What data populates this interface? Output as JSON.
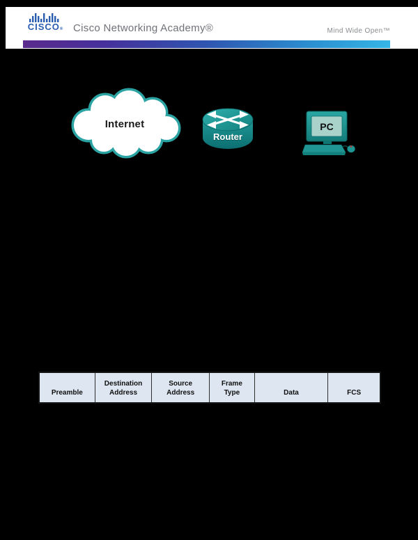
{
  "header": {
    "logo_text": "CISCO",
    "logo_mark": "®",
    "brand_title": "Cisco Networking Academy®",
    "tagline": "Mind Wide Open™"
  },
  "diagram": {
    "internet_label": "Internet",
    "router_label": "Router",
    "pc_label": "PC"
  },
  "frame_table": {
    "cells": [
      "Preamble",
      "Destination Address",
      "Source Address",
      "Frame Type",
      "Data",
      "FCS"
    ]
  },
  "colors": {
    "page_background": "#000000",
    "header_gradient_left": "#5a2b8c",
    "header_gradient_right": "#35b5e5",
    "logo_blue": "#2a5db0",
    "brand_gray": "#6f7277",
    "device_teal": "#1f9693",
    "cloud_stroke_teal": "#2ba3a3",
    "table_fill": "#dde6f1"
  }
}
